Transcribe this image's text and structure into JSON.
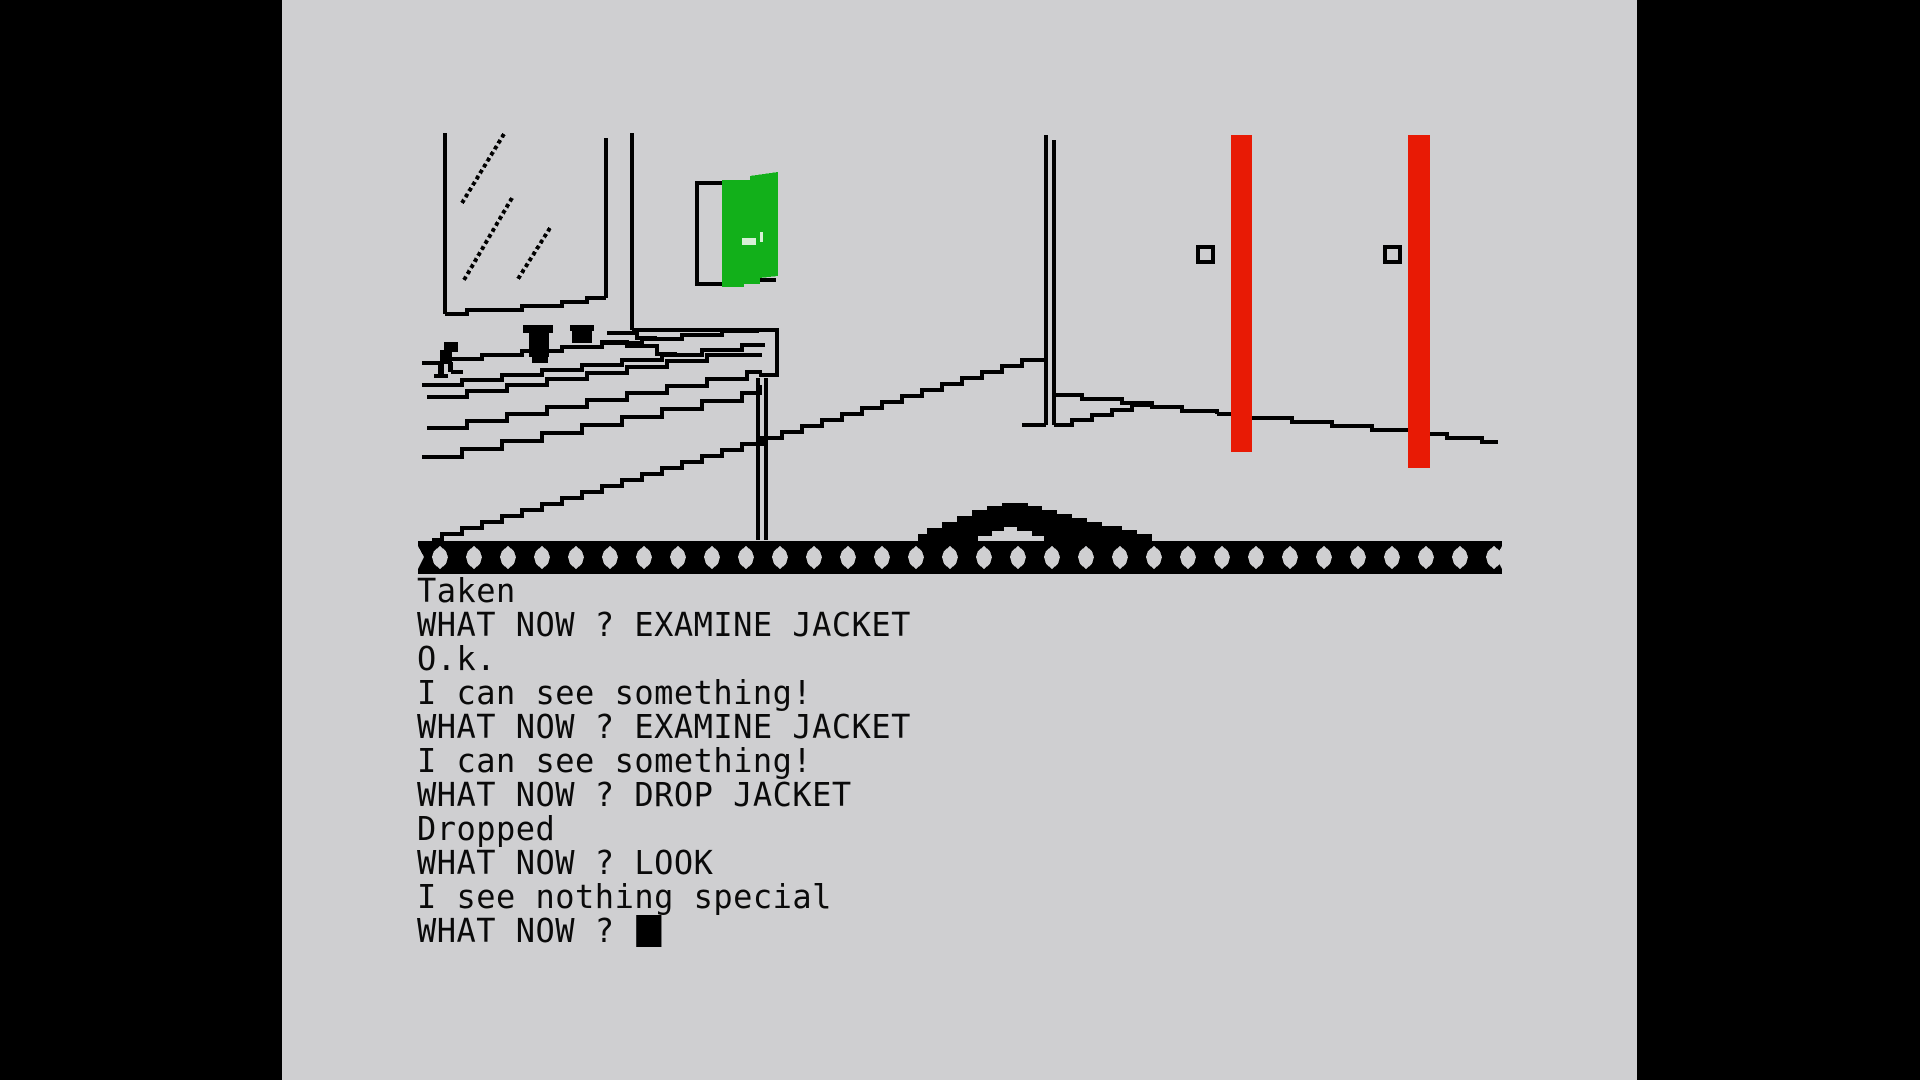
{
  "game": {
    "scene": {
      "location": "washroom",
      "objects": [
        {
          "name": "mirror",
          "icon": "mirror-icon"
        },
        {
          "name": "wash basin counter",
          "icon": "basin-icon"
        },
        {
          "name": "taps",
          "icon": "tap-icon"
        },
        {
          "name": "small figure",
          "icon": "figure-icon"
        },
        {
          "name": "green cabinet",
          "icon": "cabinet-icon"
        },
        {
          "name": "cubicle door left",
          "icon": "door-icon"
        },
        {
          "name": "cubicle door right",
          "icon": "door-icon"
        },
        {
          "name": "dropped jacket",
          "icon": "jacket-icon"
        }
      ],
      "colors": {
        "background": "#cfcfd1",
        "ink": "#000000",
        "cabinet": "#12b01a",
        "doors": "#e81a05",
        "letterbox": "#000000"
      }
    },
    "console": {
      "lines": [
        "Taken",
        "WHAT NOW ? EXAMINE JACKET",
        "O.k.",
        "I can see something!",
        "WHAT NOW ? EXAMINE JACKET",
        "I can see something!",
        "WHAT NOW ? DROP JACKET",
        "Dropped",
        "WHAT NOW ? LOOK",
        "I see nothing special"
      ],
      "prompt": "WHAT NOW ? ",
      "input_value": ""
    }
  }
}
